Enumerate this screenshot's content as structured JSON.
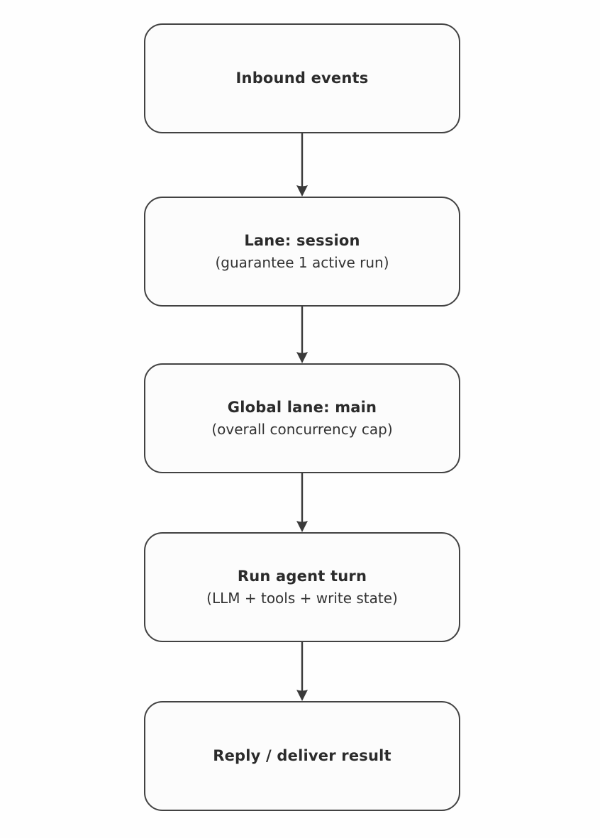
{
  "diagram": {
    "type": "flowchart",
    "direction": "top-down",
    "nodes": [
      {
        "id": "inbound-events",
        "title": "Inbound events",
        "subtitle": ""
      },
      {
        "id": "lane-session",
        "title": "Lane: session",
        "subtitle": "(guarantee 1 active run)"
      },
      {
        "id": "global-lane-main",
        "title": "Global lane: main",
        "subtitle": "(overall concurrency cap)"
      },
      {
        "id": "run-agent-turn",
        "title": "Run agent turn",
        "subtitle": "(LLM + tools + write state)"
      },
      {
        "id": "reply-deliver",
        "title": "Reply / deliver result",
        "subtitle": ""
      }
    ],
    "edges": [
      {
        "from": "inbound-events",
        "to": "lane-session"
      },
      {
        "from": "lane-session",
        "to": "global-lane-main"
      },
      {
        "from": "global-lane-main",
        "to": "run-agent-turn"
      },
      {
        "from": "run-agent-turn",
        "to": "reply-deliver"
      }
    ],
    "colors": {
      "background": "#fefefe",
      "node_fill": "#fcfcfc",
      "node_border": "#424242",
      "arrow": "#3a3a3a",
      "title_text": "#2b2b2b",
      "subtitle_text": "#333333"
    }
  }
}
